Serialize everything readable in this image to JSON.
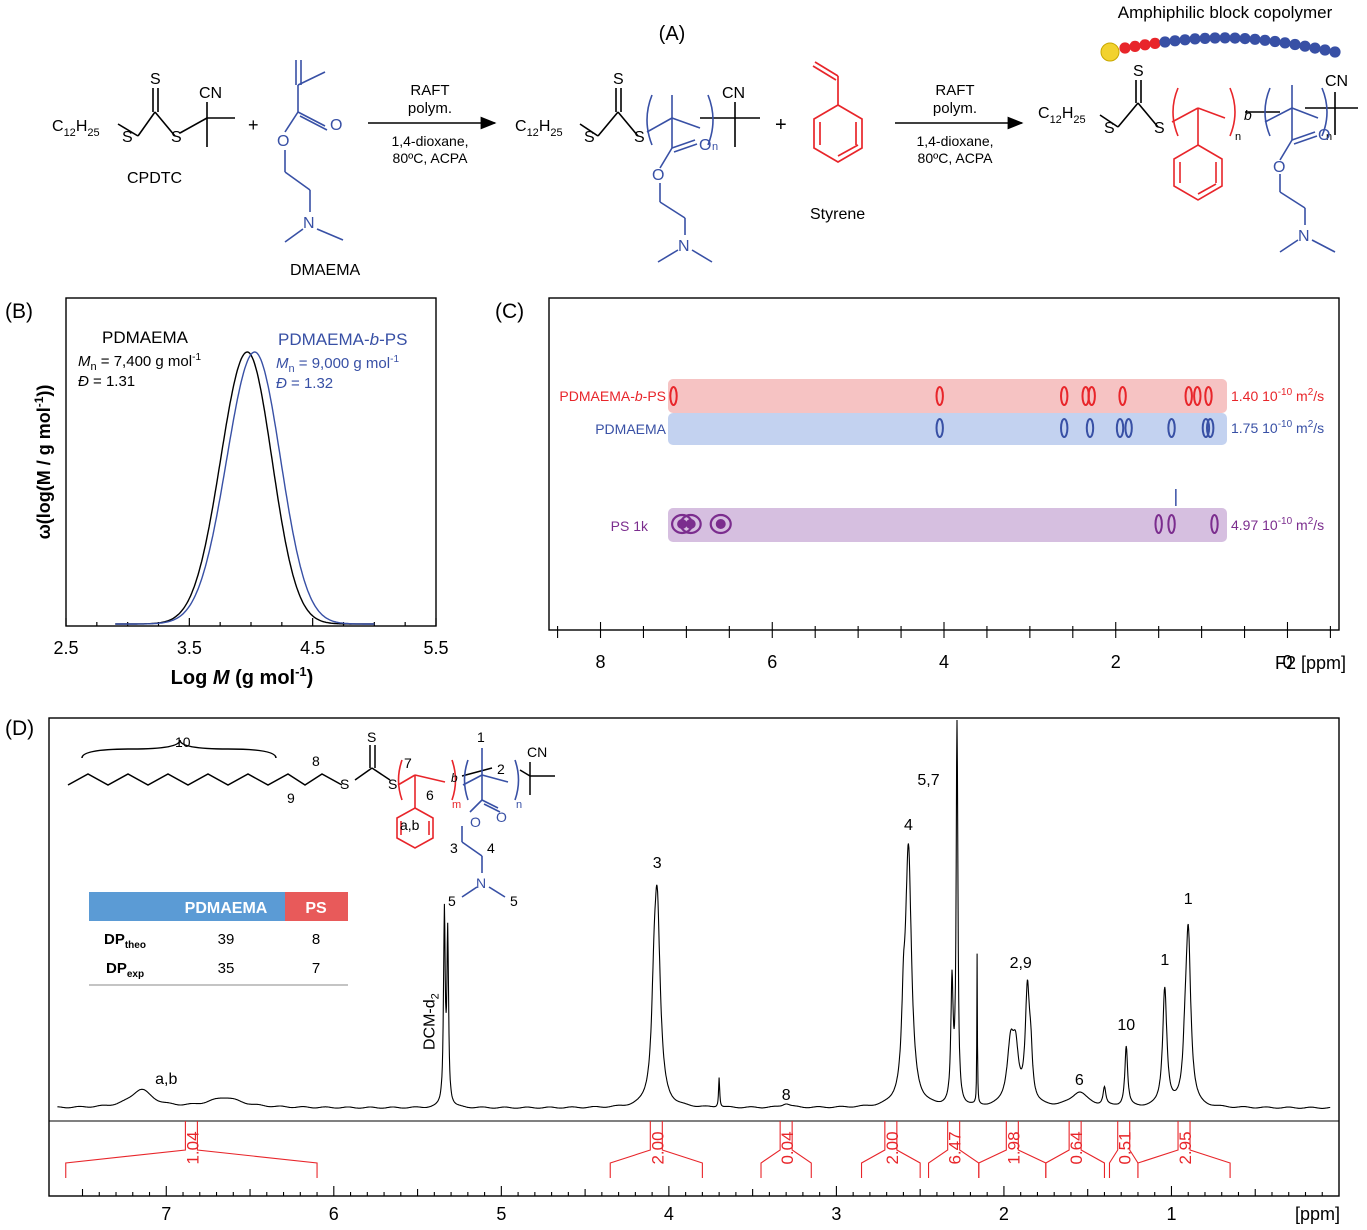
{
  "colors": {
    "red": "#e8252a",
    "blue": "#3850a5",
    "purple": "#7b2d8e",
    "black": "#000000",
    "integral": "#e8252a",
    "pink_band": "#f6c3c3",
    "blue_band": "#c3d2f0",
    "purple_band": "#d6bfe0",
    "table_blue": "#5b9bd5",
    "table_red": "#e85a5a"
  },
  "panel_a": {
    "label": "(A)",
    "left_label": "(A)",
    "cpdtc": "CPDTC",
    "dmaema": "DMAEMA",
    "styrene": "Styrene",
    "plus": "+",
    "chain_prefix": "C",
    "chain_sub1": "12",
    "chain_mid": "H",
    "chain_sub2": "25",
    "sulfur": "S",
    "cyano": "CN",
    "oxygen": "O",
    "nitrogen": "N",
    "n_sub": "n",
    "b_label": "b",
    "arrow1": {
      "l1": "RAFT",
      "l2": "polym.",
      "l3": "1,4-dioxane,",
      "l4": "80ºC, ACPA"
    },
    "arrow2": {
      "l1": "RAFT",
      "l2": "polym.",
      "l3": "1,4-dioxane,",
      "l4": "80ºC, ACPA"
    },
    "copolymer_title": "Amphiphilic block copolymer"
  },
  "chart_data": [
    {
      "type": "line",
      "panel": "(B)",
      "xlabel": "Log M (g mol-1)",
      "ylabel": "ω(log(M / g mol-1))",
      "xlim": [
        2.5,
        5.5
      ],
      "xticks": [
        "2.5",
        "3.5",
        "4.5",
        "5.5"
      ],
      "series": [
        {
          "name": "PDMAEMA",
          "peak": 3.97,
          "width": 0.2,
          "mn": "7,400 g mol",
          "dispersity": "1.31"
        },
        {
          "name": "PDMAEMA-b-PS",
          "peak": 4.03,
          "width": 0.21,
          "mn": "9,000 g mol",
          "dispersity": "1.32"
        }
      ]
    },
    {
      "type": "scatter",
      "panel": "(C)",
      "xlabel": "F2 [ppm]",
      "xlim": [
        8.6,
        -0.6
      ],
      "xticks": [
        "8",
        "6",
        "4",
        "2",
        "0"
      ],
      "bands": [
        {
          "name": "PDMAEMA-b-PS",
          "d": "1.40 10",
          "exp": "-10",
          "unit": " m",
          "unit_exp": "2",
          "unit_end": "/s"
        },
        {
          "name": "PDMAEMA",
          "d": "1.75 10",
          "exp": "-10",
          "unit": " m",
          "unit_exp": "2",
          "unit_end": "/s"
        },
        {
          "name": "PS 1k",
          "d": "4.97 10",
          "exp": "-10",
          "unit": " m",
          "unit_exp": "2",
          "unit_end": "/s"
        }
      ],
      "peaks_ppm": {
        "PDMAEMA-b-PS": [
          7.15,
          4.05,
          2.6,
          2.35,
          2.28,
          1.92,
          1.15,
          1.05,
          0.92
        ],
        "PDMAEMA": [
          4.05,
          2.6,
          2.3,
          1.95,
          1.85,
          1.35,
          0.95,
          0.9
        ],
        "PS 1k": [
          7.05,
          6.95,
          6.6,
          1.5,
          1.35,
          0.85
        ]
      }
    },
    {
      "type": "line",
      "panel": "(D)",
      "xlabel": "[ppm]",
      "xlim": [
        7.7,
        0.0
      ],
      "xticks": [
        "7",
        "6",
        "5",
        "4",
        "3",
        "2",
        "1"
      ],
      "peaks": [
        {
          "ppm": 7.15,
          "label": "a,b"
        },
        {
          "ppm": 5.32,
          "label": "DCM-d2"
        },
        {
          "ppm": 4.07,
          "label": "3"
        },
        {
          "ppm": 3.3,
          "label": "8"
        },
        {
          "ppm": 2.57,
          "label": "4"
        },
        {
          "ppm": 2.28,
          "label": "5,7"
        },
        {
          "ppm": 1.86,
          "label": "2,9"
        },
        {
          "ppm": 1.55,
          "label": "6"
        },
        {
          "ppm": 1.27,
          "label": "10"
        },
        {
          "ppm": 1.04,
          "label": "1"
        },
        {
          "ppm": 0.9,
          "label": "1"
        }
      ],
      "integrals": [
        {
          "from": 7.6,
          "to": 6.1,
          "value": "1.04"
        },
        {
          "from": 4.35,
          "to": 3.8,
          "value": "2.00"
        },
        {
          "from": 3.45,
          "to": 3.15,
          "value": "0.04"
        },
        {
          "from": 2.85,
          "to": 2.5,
          "value": "2.00"
        },
        {
          "from": 2.45,
          "to": 2.15,
          "value": "6.47"
        },
        {
          "from": 2.15,
          "to": 1.75,
          "value": "1.98"
        },
        {
          "from": 1.75,
          "to": 1.4,
          "value": "0.64"
        },
        {
          "from": 1.37,
          "to": 1.2,
          "value": "0.51"
        },
        {
          "from": 1.2,
          "to": 0.65,
          "value": "2.95"
        }
      ]
    }
  ],
  "panel_b": {
    "label": "(B)",
    "s1_name": "PDMAEMA",
    "s1_mn_prefix": "M",
    "s1_mn_sub": "n",
    "s1_mn_val": " = 7,400 g mol",
    "s1_mn_exp": "-1",
    "s1_d_prefix": "Đ",
    "s1_d_val": " = 1.31",
    "s2_name_a": "PDMAEMA-",
    "s2_name_b": "b",
    "s2_name_c": "-PS",
    "s2_mn_prefix": "M",
    "s2_mn_sub": "n",
    "s2_mn_val": " = 9,000 g mol",
    "s2_mn_exp": "-1",
    "s2_d_prefix": "Đ",
    "s2_d_val": " = 1.32",
    "ylabel": "ω(log(M / g mol",
    "ylabel_exp": "-1",
    "ylabel_end": "))",
    "xlabel_a": "Log ",
    "xlabel_b": "M",
    "xlabel_c": " (g mol",
    "xlabel_exp": "-1",
    "xlabel_d": ")"
  },
  "panel_c": {
    "label": "(C)",
    "band1_label_a": "PDMAEMA-",
    "band1_label_b": "b",
    "band1_label_c": "-PS",
    "band2_label": "PDMAEMA",
    "band3_label": "PS 1k",
    "axis_title": "F2 [ppm]"
  },
  "panel_d": {
    "label": "(D)",
    "axis_title": "[ppm]",
    "struct_labels": {
      "l10": "10",
      "l8": "8",
      "l9": "9",
      "l7": "7",
      "l6": "6",
      "l1": "1",
      "l2": "2",
      "l3": "3",
      "l4": "4",
      "l5a": "5",
      "l5b": "5",
      "lab": "a,b",
      "m": "m",
      "n": "n",
      "b": "b"
    },
    "table": {
      "h1": "PDMAEMA",
      "h2": "PS",
      "rows": [
        {
          "label": "DP",
          "sub": "theo",
          "v1": "39",
          "v2": "8"
        },
        {
          "label": "DP",
          "sub": "exp",
          "v1": "35",
          "v2": "7"
        }
      ]
    },
    "dcm_label": "DCM-d",
    "dcm_sub": "2"
  }
}
